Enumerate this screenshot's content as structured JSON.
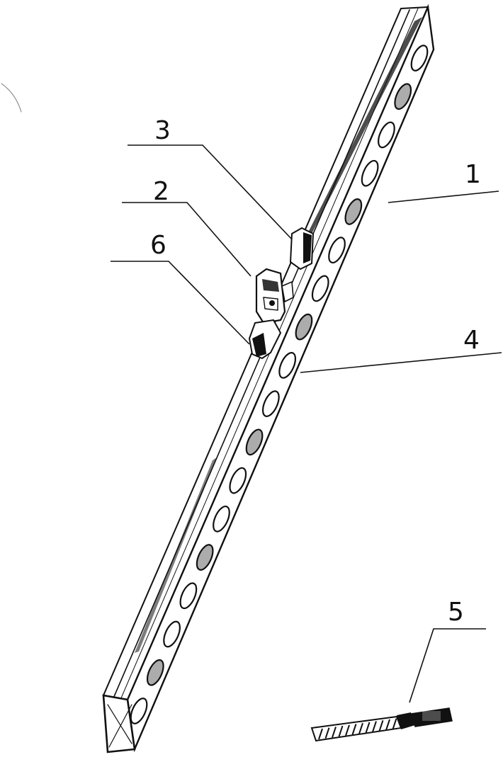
{
  "figure": {
    "callouts": [
      {
        "id": "c1",
        "label": "1"
      },
      {
        "id": "c2",
        "label": "2"
      },
      {
        "id": "c3",
        "label": "3"
      },
      {
        "id": "c4",
        "label": "4"
      },
      {
        "id": "c5",
        "label": "5"
      },
      {
        "id": "c6",
        "label": "6"
      }
    ]
  },
  "colors": {
    "ink": "#111111",
    "background": "#ffffff"
  }
}
